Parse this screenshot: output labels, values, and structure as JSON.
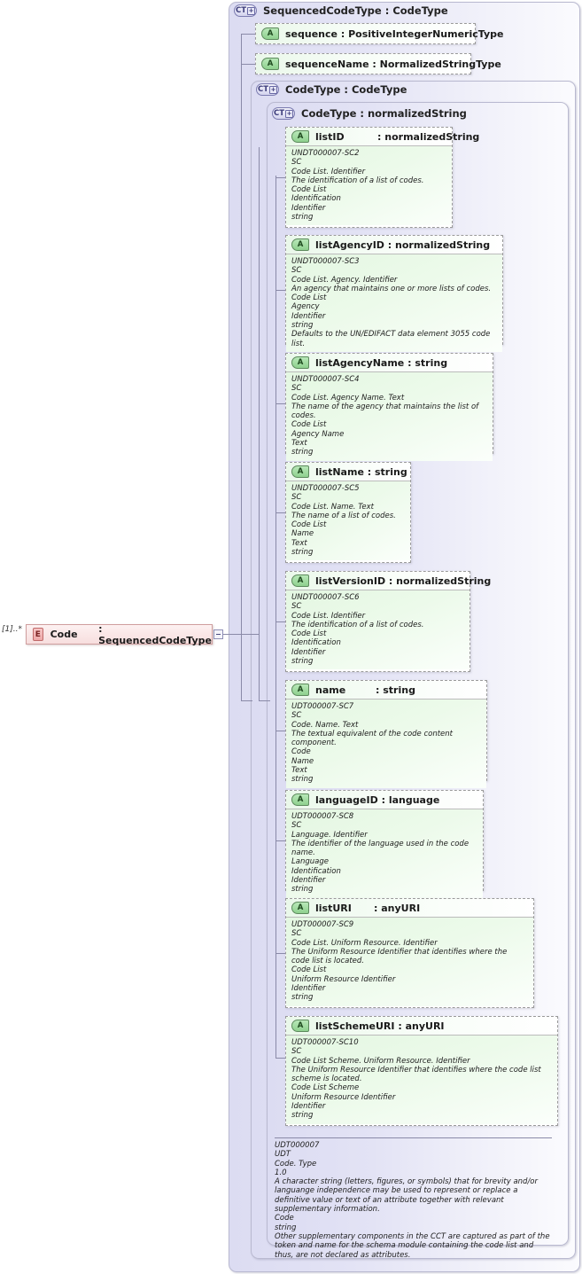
{
  "diagram": {
    "type": "xsd-schema-diagram",
    "root_element": {
      "icon": "element-badge",
      "badge": "E",
      "name": "Code",
      "separator": ":",
      "type": "SequencedCodeType",
      "cardinality": "[1]..*"
    },
    "containers": [
      {
        "badge": "CT",
        "expander": "+",
        "title": "SequencedCodeType : CodeType"
      },
      {
        "badge": "CT",
        "expander": "+",
        "title": "CodeType : CodeType"
      },
      {
        "badge": "CT",
        "expander": "+",
        "title": "CodeType : normalizedString"
      }
    ],
    "top_attributes": [
      {
        "badge": "A",
        "name": "sequence",
        "separator": ":",
        "type": "PositiveIntegerNumericType"
      },
      {
        "badge": "A",
        "name": "sequenceName",
        "separator": ":",
        "type": "NormalizedStringType"
      }
    ],
    "attributes": [
      {
        "badge": "A",
        "name": "listID",
        "separator": ":",
        "type": "normalizedString",
        "lines": [
          "UNDT000007-SC2",
          "SC",
          "Code List. Identifier",
          "The identification of a list of codes.",
          "Code List",
          "Identification",
          "Identifier",
          "string"
        ]
      },
      {
        "badge": "A",
        "name": "listAgencyID",
        "separator": ":",
        "type": "normalizedString",
        "lines": [
          "UNDT000007-SC3",
          "SC",
          "Code List. Agency. Identifier",
          "An agency that maintains one or more lists of codes.",
          "Code List",
          "Agency",
          "Identifier",
          "string",
          "Defaults to the UN/EDIFACT data element 3055 code list."
        ]
      },
      {
        "badge": "A",
        "name": "listAgencyName",
        "separator": ":",
        "type": "string",
        "lines": [
          "UNDT000007-SC4",
          "SC",
          "Code List. Agency Name. Text",
          "The name of the agency that maintains the list of codes.",
          "Code List",
          "Agency Name",
          "Text",
          "string"
        ]
      },
      {
        "badge": "A",
        "name": "listName",
        "separator": ":",
        "type": "string",
        "lines": [
          "UNDT000007-SC5",
          "SC",
          "Code List. Name. Text",
          "The name of a list of codes.",
          "Code List",
          "Name",
          "Text",
          "string"
        ]
      },
      {
        "badge": "A",
        "name": "listVersionID",
        "separator": ":",
        "type": "normalizedString",
        "lines": [
          "UNDT000007-SC6",
          "SC",
          "Code List. Identifier",
          "The identification of a list of codes.",
          "Code List",
          "Identification",
          "Identifier",
          "string"
        ]
      },
      {
        "badge": "A",
        "name": "name",
        "separator": ":",
        "type": "string",
        "lines": [
          "UDT000007-SC7",
          "SC",
          "Code. Name. Text",
          "The textual equivalent of the code content component.",
          "Code",
          "Name",
          "Text",
          "string"
        ]
      },
      {
        "badge": "A",
        "name": "languageID",
        "separator": ":",
        "type": "language",
        "lines": [
          "UDT000007-SC8",
          "SC",
          "Language. Identifier",
          "The identifier of the language used in the code name.",
          "Language",
          "Identification",
          "Identifier",
          "string"
        ]
      },
      {
        "badge": "A",
        "name": "listURI",
        "separator": ":",
        "type": "anyURI",
        "lines": [
          "UDT000007-SC9",
          "SC",
          "Code List. Uniform Resource. Identifier",
          "The Uniform Resource Identifier that identifies where the code list is located.",
          "Code List",
          "Uniform Resource Identifier",
          "Identifier",
          "string"
        ]
      },
      {
        "badge": "A",
        "name": "listSchemeURI",
        "separator": ":",
        "type": "anyURI",
        "lines": [
          "UDT000007-SC10",
          "SC",
          "Code List Scheme. Uniform Resource. Identifier",
          "The Uniform Resource Identifier that identifies where the code list scheme is located.",
          "Code List Scheme",
          "Uniform Resource Identifier",
          "Identifier",
          "string"
        ]
      }
    ],
    "documentation": {
      "lines": [
        "UDT000007",
        "UDT",
        "Code. Type",
        "1.0",
        "A character string (letters, figures, or symbols) that for brevity and/or languange independence may be used to represent or replace a definitive value or text of an attribute together with relevant supplementary information.",
        "Code",
        "string",
        "Other supplementary components in the CCT are captured as part of the token and name for the schema module containing the code list and thus, are not declared as attributes."
      ]
    },
    "colors": {
      "container_border": "#b9b9d0",
      "container_fill": "#dcdcf2",
      "attribute_fill": "#e4f7e2",
      "attribute_badge": "#8ed08e",
      "element_fill": "#f7dede",
      "element_badge": "#eda8a8",
      "connector": "#8a8aa8"
    }
  }
}
